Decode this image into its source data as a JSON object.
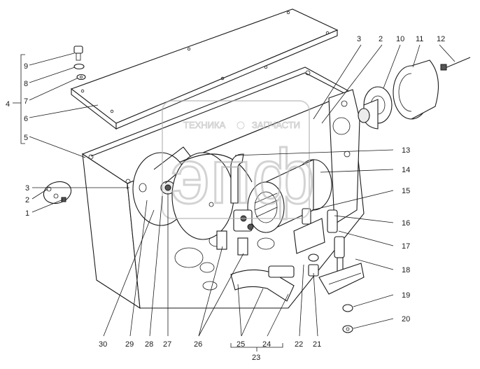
{
  "watermark": {
    "top_text": "ТЕХНИКА",
    "top_text_right": "ЗАПЧАСТИ",
    "logo_text": "эпф"
  },
  "callouts": {
    "n1": "1",
    "n2": "2",
    "n3": "3",
    "n4": "4",
    "n5": "5",
    "n6": "6",
    "n7": "7",
    "n8": "8",
    "n9": "9",
    "n10": "10",
    "n11": "11",
    "n12": "12",
    "n13": "13",
    "n14": "14",
    "n15": "15",
    "n16": "16",
    "n17": "17",
    "n18": "18",
    "n19": "19",
    "n20": "20",
    "n21": "21",
    "n22": "22",
    "n23": "23",
    "n24": "24",
    "n25": "25",
    "n26": "26",
    "n27": "27",
    "n28": "28",
    "n29": "29",
    "n30": "30",
    "n3b": "3",
    "n2b": "2"
  }
}
